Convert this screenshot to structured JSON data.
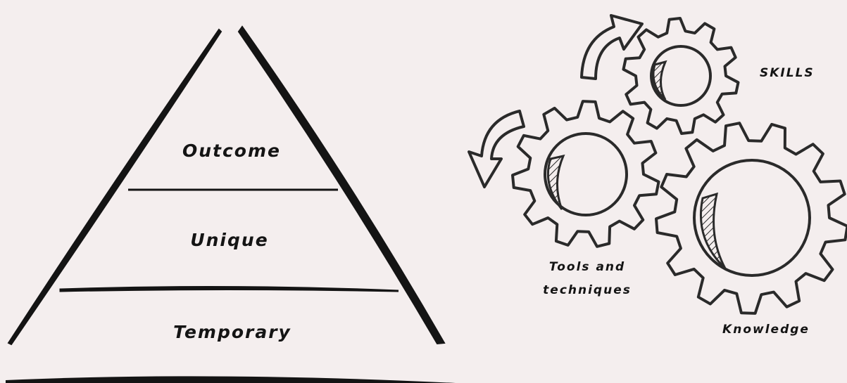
{
  "pyramid": {
    "tiers": [
      "Outcome",
      "Unique",
      "Temporary"
    ]
  },
  "gears": {
    "skills": "SKILLS",
    "tools_line1": "Tools and",
    "tools_line2": "techniques",
    "knowledge": "Knowledge"
  },
  "colors": {
    "background": "#f4eeee",
    "ink": "#141414"
  }
}
